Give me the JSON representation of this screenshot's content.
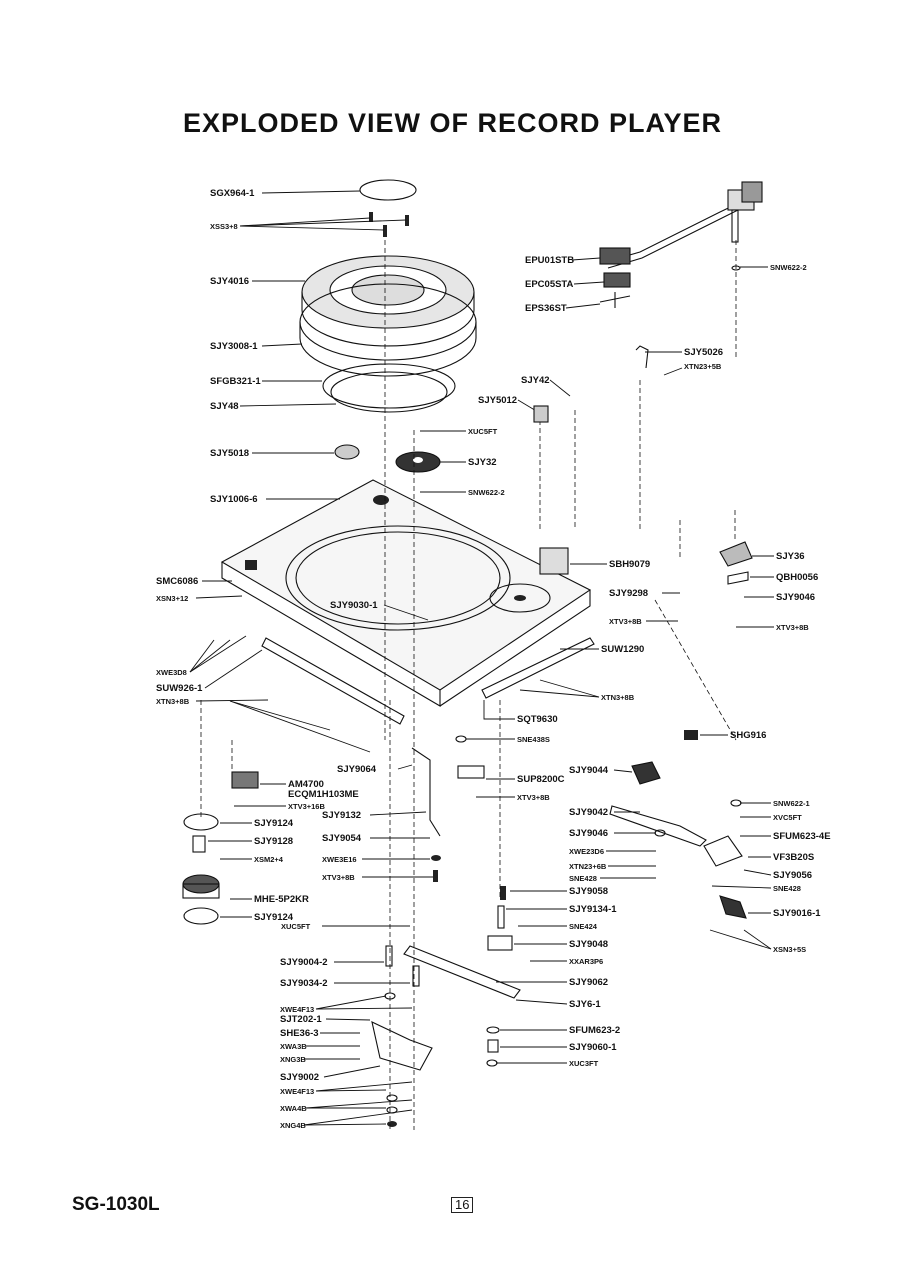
{
  "title": "EXPLODED VIEW OF RECORD PLAYER",
  "model": "SG-1030L",
  "page_number": "16",
  "labels_left": [
    "SGX964-1",
    "XSS3+8",
    "SJY4016",
    "SJY3008-1",
    "SFGB321-1",
    "SJY48",
    "SJY5018",
    "SJY1006-6",
    "SMC6086",
    "XSN3+12",
    "XWE3D8",
    "SUW926-1",
    "XTN3+8B",
    "SJY9124",
    "SJY9128",
    "XSM2+4",
    "MHE-5P2KR",
    "SJY9124"
  ],
  "labels_right": [
    "EPU01STB",
    "EPC05STA",
    "EPS36ST",
    "SNW622-2",
    "SJY5026",
    "XTN23+5B",
    "SJY42",
    "SJY5012",
    "XUC5FT",
    "SJY32",
    "SNW622-2",
    "SJY36",
    "QBH0056",
    "SJY9046",
    "XTV3+8B",
    "SBH9079",
    "SJY9298",
    "XTV3+8B",
    "SUW1290",
    "XTN3+8B",
    "SHG916"
  ],
  "labels_center": [
    "SJY9030-1",
    "SQT9630",
    "SNE438S",
    "SJY9064",
    "SUP8200C",
    "XTV3+8B",
    "AM4700",
    "ECQM1H103ME",
    "XTV3+16B",
    "SJY9132",
    "SJY9054",
    "XWE3E16",
    "XTV3+8B",
    "XUC5FT",
    "SJY9004-2",
    "SJY9034-2",
    "XWE4F13",
    "SJT202-1",
    "SHE36-3",
    "XWA3B",
    "XNG3B",
    "SJY9002",
    "XWE4F13",
    "XWA4B",
    "XNG4B"
  ],
  "labels_lower_right": [
    "SJY9044",
    "SJY9042",
    "SJY9046",
    "XWE23D6",
    "XTN23+6B",
    "SNE428",
    "SJY9058",
    "SJY9134-1",
    "SNE424",
    "SJY9048",
    "XXAR3P6",
    "SJY9062",
    "SJY6-1",
    "SFUM623-2",
    "SJY9060-1",
    "XUC3FT",
    "SNW622-1",
    "XVC5FT",
    "SFUM623-4E",
    "VF3B20S",
    "SJY9056",
    "SNE428",
    "SJY9016-1",
    "XSN3+5S"
  ]
}
